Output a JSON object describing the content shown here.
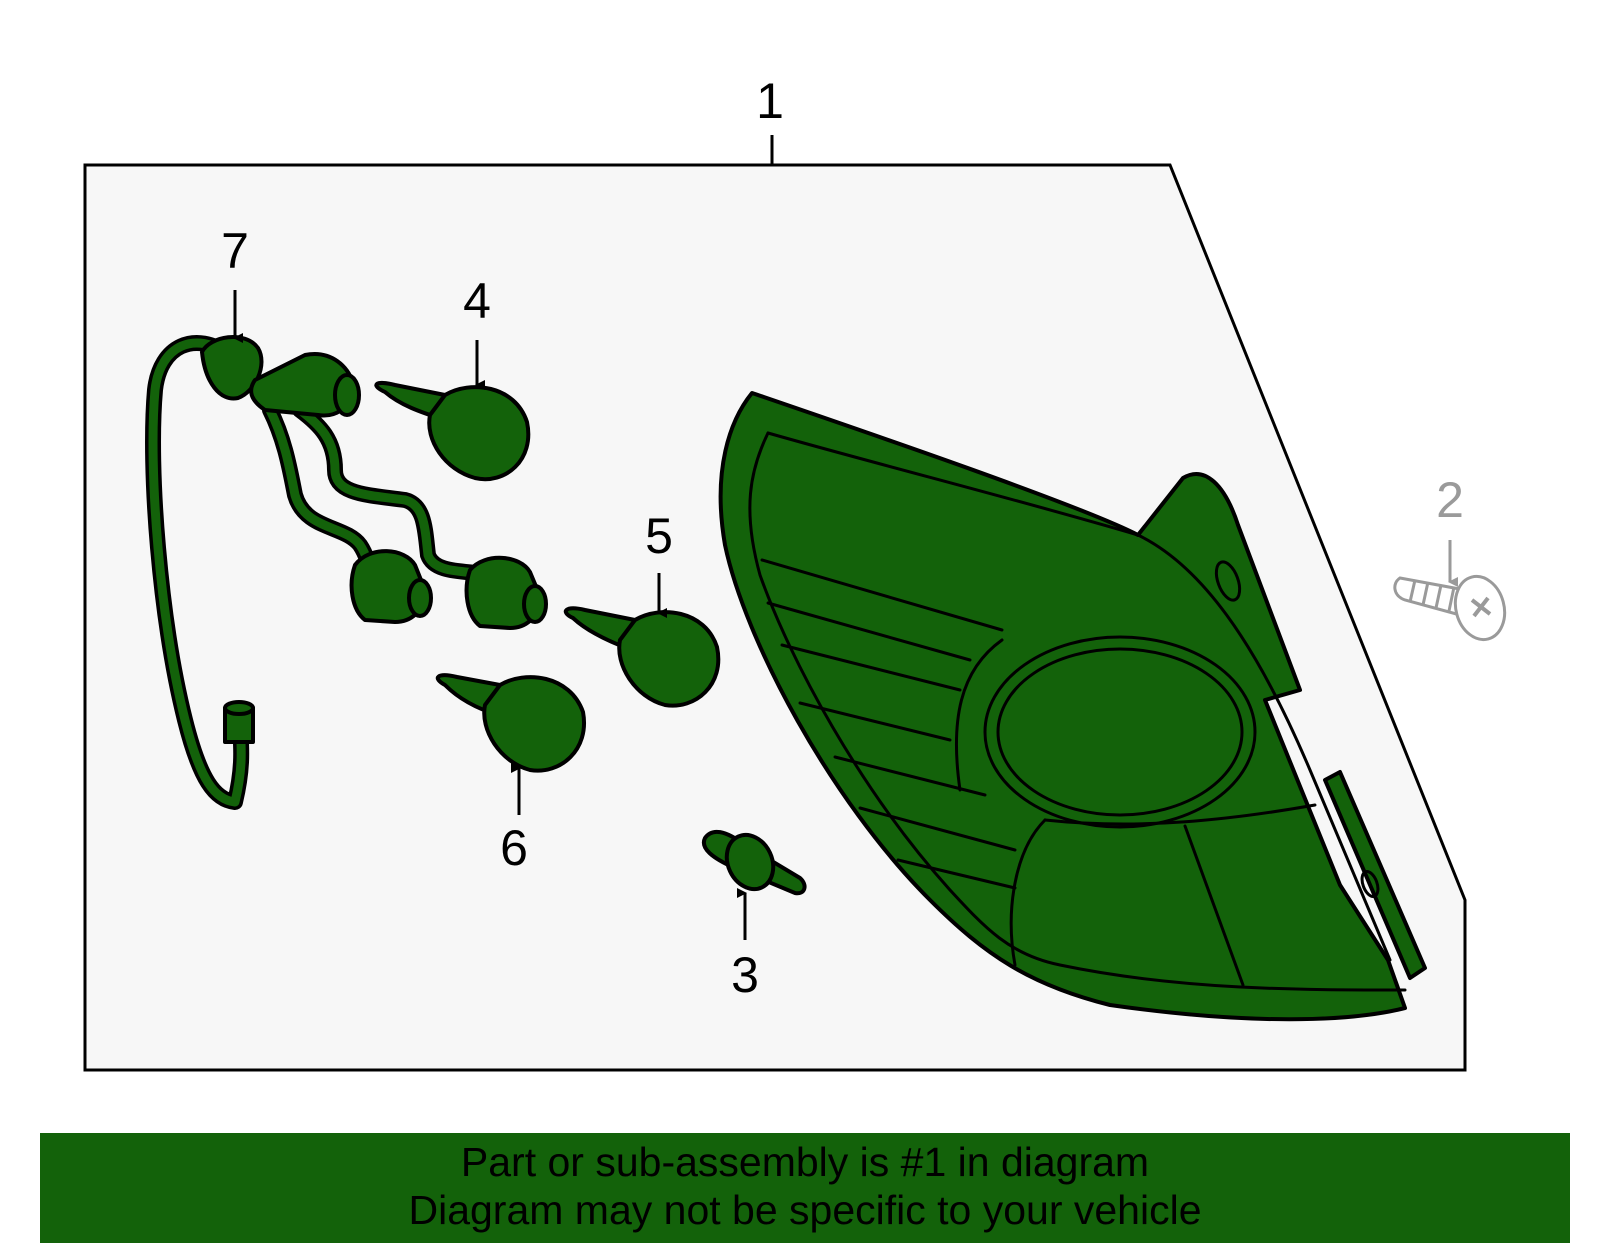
{
  "callouts": {
    "c1": "1",
    "c2": "2",
    "c3": "3",
    "c4": "4",
    "c5": "5",
    "c6": "6",
    "c7": "7"
  },
  "footer": {
    "line1": "Part or sub-assembly is #1 in diagram",
    "line2": "Diagram may not be specific to your vehicle"
  },
  "colors": {
    "part_fill": "#13620a",
    "banner": "#13620a",
    "panel": "#f7f7f7",
    "inactive_part": "#9a9a9a"
  }
}
